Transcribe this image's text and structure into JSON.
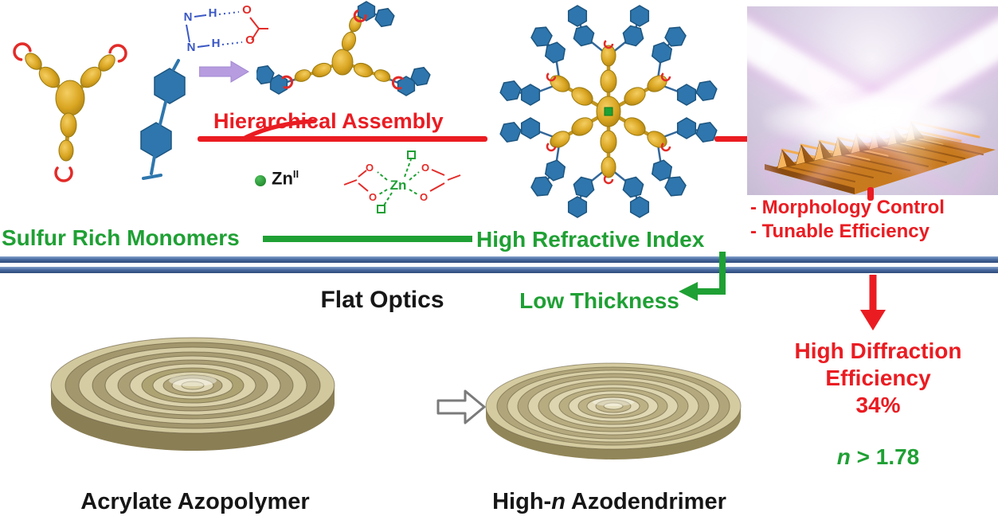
{
  "colors": {
    "accent_red": "#ea1c22",
    "accent_green": "#1fa034",
    "divider_blue": "#4a6ca2",
    "gold": "#d9a521",
    "hexagon_blue": "#2e76ad",
    "disc_khaki": "#cfc59c",
    "grating_orange": "#d98a28"
  },
  "hbond": {
    "n1": "N",
    "h1": "H",
    "o1": "O",
    "n2": "N",
    "h2": "H",
    "o2": "O"
  },
  "assembly": {
    "label": "Hierarchical Assembly"
  },
  "zn_ion": {
    "symbol": "Zn",
    "oxidation": "II"
  },
  "complex": {
    "zn": "Zn",
    "o_tl": "O",
    "o_bl": "O",
    "o_tr": "O",
    "o_br": "O"
  },
  "labels": {
    "sulfur": "Sulfur Rich Monomers",
    "refractive": "High Refractive Index",
    "morphology": "- Morphology Control",
    "tunable": "- Tunable Efficiency",
    "flat_optics": "Flat Optics",
    "low_thickness": "Low Thickness",
    "diff1": "High Diffraction",
    "diff2": "Efficiency",
    "diff3": "34%",
    "n_italic": "n",
    "n_rest": " > 1.78",
    "acrylate": "Acrylate Azopolymer",
    "high_n_prefix": "High-",
    "high_n_n": "n",
    "high_n_suffix": " Azodendrimer"
  }
}
